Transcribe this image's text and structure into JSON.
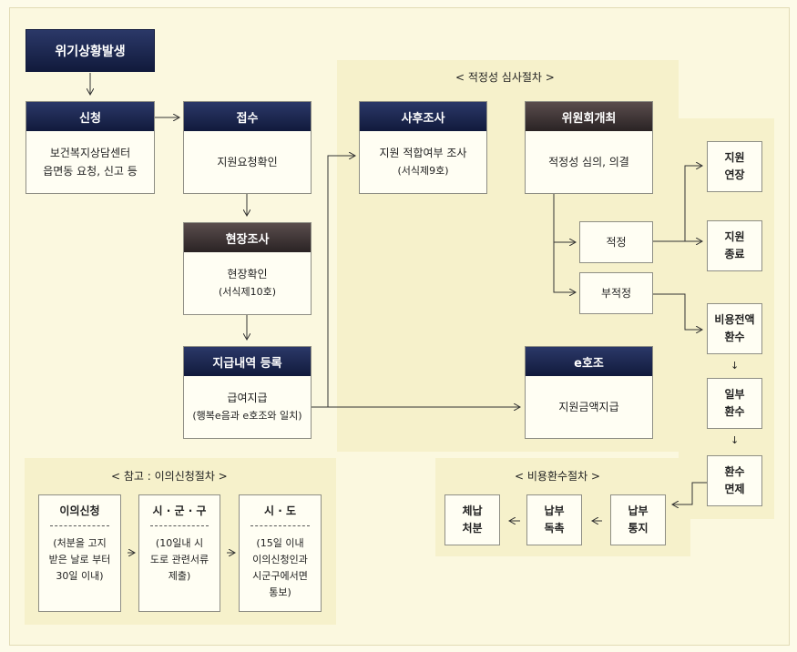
{
  "crisis": "위기상황발생",
  "screening": {
    "title": "< 적정성 심사절차 >",
    "followup": {
      "title": "사후조사",
      "line1": "지원 적합여부 조사",
      "line2": "(서식제9호)"
    },
    "committee": {
      "title": "위원회개최",
      "line1": "적정성 심의, 의결"
    },
    "appropriate": "적정",
    "inappropriate": "부적정"
  },
  "apply": {
    "title": "신청",
    "line1": "보건복지상담센터",
    "line2": "읍면동 요청, 신고 등"
  },
  "receipt": {
    "title": "접수",
    "line1": "지원요청확인"
  },
  "field": {
    "title": "현장조사",
    "line1": "현장확인",
    "line2": "(서식제10호)"
  },
  "register": {
    "title": "지급내역 등록",
    "line1": "급여지급",
    "line2": "(행복e음과 e호조와 일치)"
  },
  "ehojo": {
    "title": "e호조",
    "line1": "지원금액지급"
  },
  "support_extend": {
    "line1": "지원",
    "line2": "연장"
  },
  "support_end": {
    "line1": "지원",
    "line2": "종료"
  },
  "recovery_full": {
    "line1": "비용전액",
    "line2": "환수"
  },
  "recovery_part": {
    "line1": "일부",
    "line2": "환수"
  },
  "recovery_exempt": {
    "line1": "환수",
    "line2": "면제"
  },
  "recovery_proc": {
    "title": "< 비용환수절차 >",
    "notice": {
      "line1": "납부",
      "line2": "통지"
    },
    "urge": {
      "line1": "납부",
      "line2": "독촉"
    },
    "arrears": {
      "line1": "체납",
      "line2": "처분"
    }
  },
  "objection": {
    "title": "< 참고 : 이의신청절차 >",
    "step1": {
      "title": "이의신청",
      "line1": "(처분을 고지",
      "line2": "받은 날로 부터",
      "line3": "30일 이내)"
    },
    "step2": {
      "title": "시 · 군 · 구",
      "line1": "(10일내 시",
      "line2": "도로 관련서류",
      "line3": "제출)"
    },
    "step3": {
      "title": "시 · 도",
      "line1": "(15일 이내",
      "line2": "이의신청인과",
      "line3": "시군구에서면",
      "line4": "통보)"
    }
  },
  "colors": {
    "navy_header": "#1b2550",
    "brown_header": "#3d3334",
    "region_fill": "#f6f1cb",
    "page_bg": "#fdfbe9"
  }
}
